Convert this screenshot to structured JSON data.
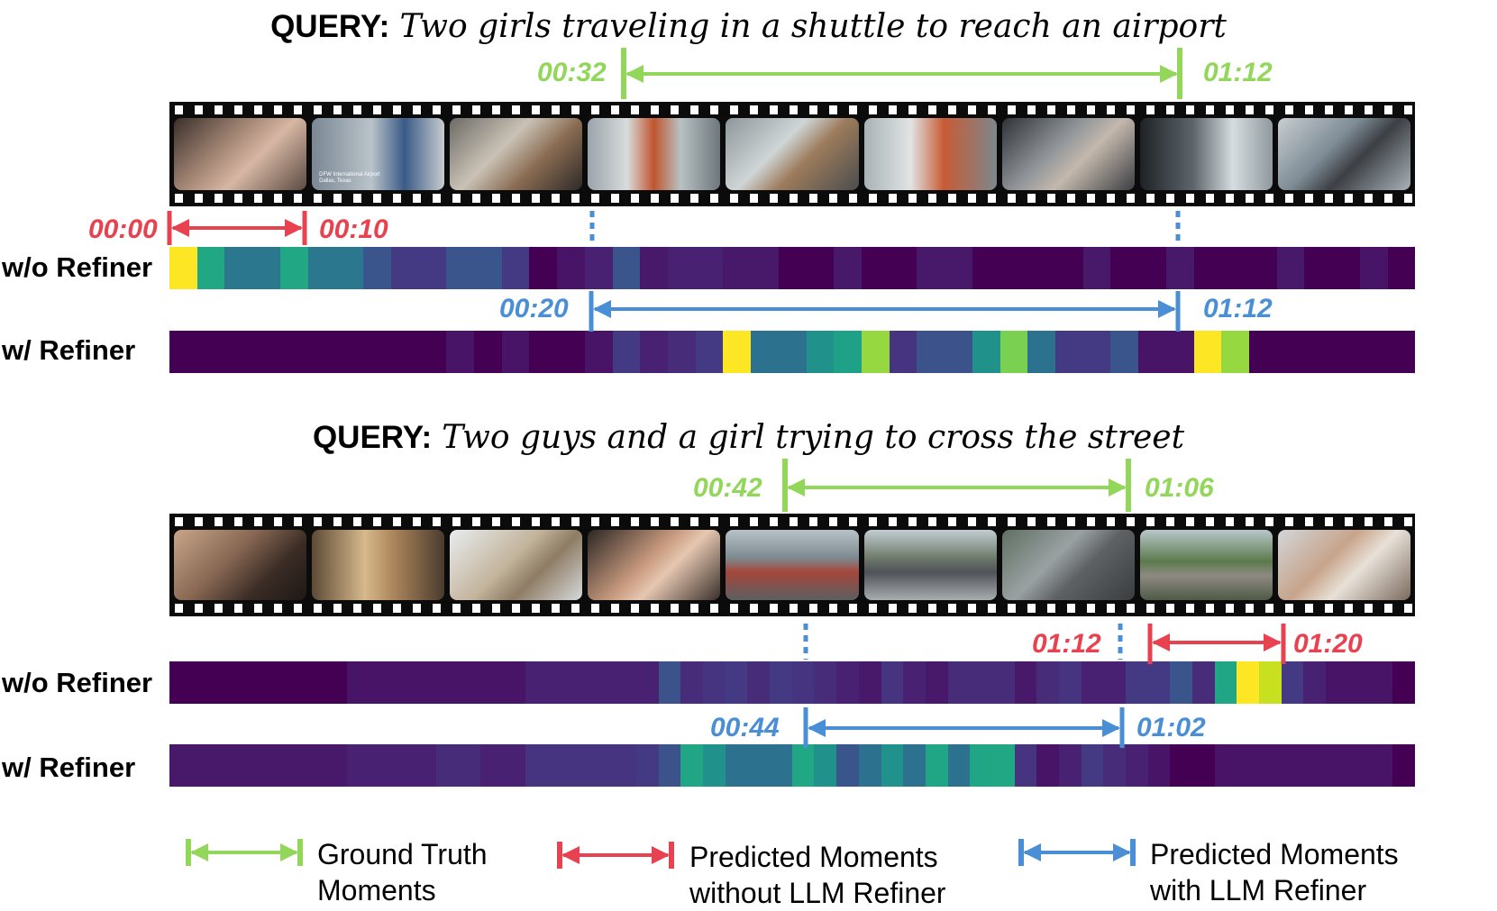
{
  "query1": {
    "label": "QUERY:",
    "text": "Two girls traveling in a shuttle to reach an airport"
  },
  "query2": {
    "label": "QUERY:",
    "text": "Two guys and a girl trying to cross the street"
  },
  "row_labels": {
    "without_refiner": "w/o Refiner",
    "with_refiner": "w/ Refiner"
  },
  "panel1": {
    "ground_truth": {
      "start": "00:32",
      "end": "01:12"
    },
    "pred_without_refiner": {
      "start": "00:00",
      "end": "00:10"
    },
    "pred_with_refiner": {
      "start": "00:20",
      "end": "01:12"
    },
    "frame_overlay_text": "DFW International Airport Dallas, Texas",
    "heat_wo": [
      "#fde725",
      "#22a784",
      "#2b788e",
      "#2b788e",
      "#22a784",
      "#2b788e",
      "#2b788e",
      "#3a548c",
      "#443983",
      "#443983",
      "#3a548c",
      "#3a548c",
      "#443983",
      "#440154",
      "#481467",
      "#482173",
      "#3a548c",
      "#48186a",
      "#482173",
      "#482173",
      "#48186a",
      "#48186a",
      "#440154",
      "#440154",
      "#48186a",
      "#440154",
      "#440154",
      "#48186a",
      "#48186a",
      "#440154",
      "#440154",
      "#440154",
      "#440154",
      "#48186a",
      "#440154",
      "#440154",
      "#48186a",
      "#440154",
      "#440154",
      "#440154",
      "#48186a",
      "#440154",
      "#440154",
      "#481467",
      "#440154"
    ],
    "heat_w": [
      "#440154",
      "#440154",
      "#440154",
      "#440154",
      "#440154",
      "#440154",
      "#440154",
      "#440154",
      "#440154",
      "#440154",
      "#481467",
      "#440154",
      "#481467",
      "#440154",
      "#440154",
      "#481467",
      "#443983",
      "#482173",
      "#472c7a",
      "#443983",
      "#fde725",
      "#2c728e",
      "#2c728e",
      "#21918c",
      "#1fa187",
      "#95d840",
      "#463480",
      "#3b528b",
      "#3b528b",
      "#21918c",
      "#7ad151",
      "#2c728e",
      "#443983",
      "#443983",
      "#3a548c",
      "#481467",
      "#481467",
      "#fde725",
      "#95d840",
      "#440154",
      "#440154",
      "#440154",
      "#440154",
      "#440154",
      "#440154"
    ]
  },
  "panel2": {
    "ground_truth": {
      "start": "00:42",
      "end": "01:06"
    },
    "pred_without_refiner": {
      "start": "01:12",
      "end": "01:20"
    },
    "pred_with_refiner": {
      "start": "00:44",
      "end": "01:02"
    },
    "heat_wo": [
      "#440154",
      "#440154",
      "#440154",
      "#440154",
      "#440154",
      "#440154",
      "#440154",
      "#440154",
      "#481467",
      "#481467",
      "#481467",
      "#481467",
      "#481467",
      "#481467",
      "#481467",
      "#481467",
      "#482173",
      "#482173",
      "#482173",
      "#482173",
      "#482173",
      "#482173",
      "#3b528b",
      "#472c7a",
      "#463480",
      "#443983",
      "#472c7a",
      "#443983",
      "#463480",
      "#472c7a",
      "#482173",
      "#48186a",
      "#463480",
      "#482173",
      "#48186a",
      "#472c7a",
      "#472c7a",
      "#472c7a",
      "#48186a",
      "#472c7a",
      "#463480",
      "#482173",
      "#482173",
      "#443983",
      "#443983",
      "#3a548c",
      "#472c7a",
      "#21a685",
      "#fde725",
      "#c8e020",
      "#443983",
      "#482173",
      "#481467",
      "#481467",
      "#481467",
      "#440154"
    ],
    "heat_w": [
      "#48186a",
      "#48186a",
      "#48186a",
      "#48186a",
      "#48186a",
      "#48186a",
      "#48186a",
      "#48186a",
      "#482173",
      "#482173",
      "#482173",
      "#482173",
      "#472c7a",
      "#472c7a",
      "#482173",
      "#482173",
      "#463480",
      "#463480",
      "#463480",
      "#463480",
      "#463480",
      "#443983",
      "#3b528b",
      "#21a685",
      "#21918c",
      "#2c728e",
      "#2c728e",
      "#2c728e",
      "#22a784",
      "#21918c",
      "#3a548c",
      "#2c728e",
      "#21918c",
      "#2c728e",
      "#21a685",
      "#2c728e",
      "#21a685",
      "#22a784",
      "#463480",
      "#481467",
      "#482173",
      "#443983",
      "#472c7a",
      "#482173",
      "#481467",
      "#440154",
      "#440154",
      "#481467",
      "#481467",
      "#481467",
      "#481467",
      "#481467",
      "#481467",
      "#481467",
      "#481467",
      "#440154"
    ]
  },
  "legend": {
    "ground_truth": "Ground Truth\nMoments",
    "without_llm": "Predicted Moments\nwithout LLM Refiner",
    "with_llm": "Predicted Moments\nwith LLM Refiner"
  },
  "colors": {
    "ground_truth": "#92d65a",
    "without_refiner": "#e8414f",
    "with_refiner": "#4a8fd6"
  }
}
